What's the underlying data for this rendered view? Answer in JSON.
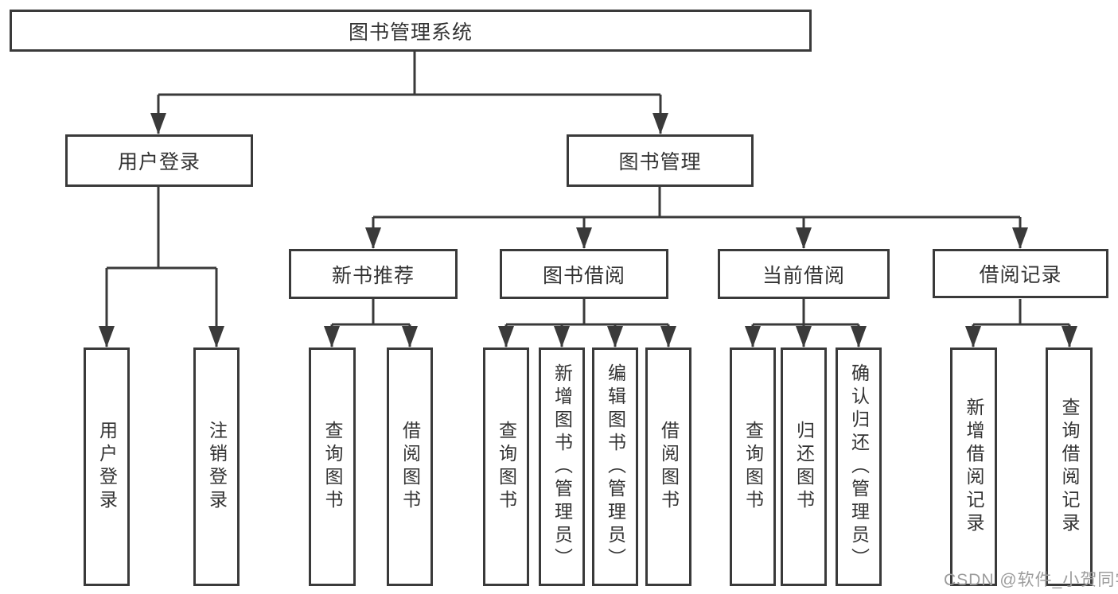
{
  "diagram": {
    "root": {
      "label": "图书管理系统"
    },
    "level2": [
      {
        "label": "用户登录"
      },
      {
        "label": "图书管理"
      }
    ],
    "level3": [
      {
        "label": "新书推荐"
      },
      {
        "label": "图书借阅"
      },
      {
        "label": "当前借阅"
      },
      {
        "label": "借阅记录"
      }
    ],
    "leaves": {
      "user_login": [
        "用户登录",
        "注销登录"
      ],
      "new_book": [
        "查询图书",
        "借阅图书"
      ],
      "book_borrow": [
        "查询图书",
        "新增图书（管理员）",
        "编辑图书（管理员）",
        "借阅图书"
      ],
      "current_borrow": [
        "查询图书",
        "归还图书",
        "确认归还（管理员）"
      ],
      "borrow_record": [
        "新增借阅记录",
        "查询借阅记录"
      ]
    }
  },
  "watermark": {
    "text": "CSDN @软件_小贺同学"
  },
  "colors": {
    "line": "#3a3a3a",
    "text": "#333333",
    "watermark": "#9c9c9c",
    "background": "#ffffff"
  }
}
